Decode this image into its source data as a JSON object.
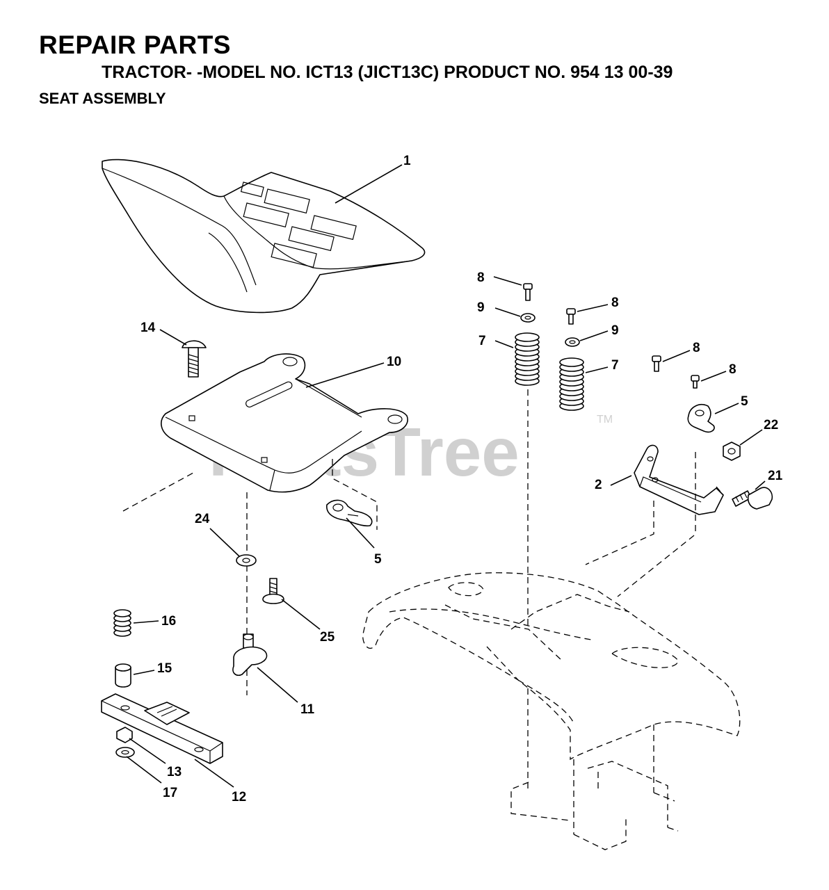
{
  "header": {
    "title": "REPAIR PARTS",
    "model": "TRACTOR- -MODEL NO. ICT13 (JICT13C) PRODUCT NO. 954 13 00-39",
    "section": "SEAT ASSEMBLY"
  },
  "watermark": {
    "text": "PartsTree",
    "tm": "TM"
  },
  "callouts": {
    "seat": "1",
    "bracket": "2",
    "clip_right": "5",
    "clip_left": "5",
    "spring_left": "7",
    "spring_right": "7",
    "screw_a": "8",
    "screw_b": "8",
    "screw_c": "8",
    "screw_d": "8",
    "washer_a": "9",
    "washer_b": "9",
    "seat_pan": "10",
    "knob": "11",
    "slide_plate": "12",
    "nut_13": "13",
    "carriage_bolt": "14",
    "spacer": "15",
    "spring_small": "16",
    "washer_17": "17",
    "bolt_21": "21",
    "nut_22": "22",
    "washer_24": "24",
    "screw_25": "25"
  }
}
